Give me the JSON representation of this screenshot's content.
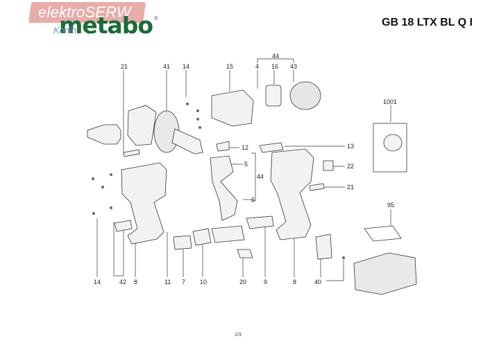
{
  "header": {
    "watermark_text": "elektroSERW",
    "watermark_sub": "Konin",
    "brand": "metabo",
    "registered": "®",
    "model": "GB 18 LTX BL Q I"
  },
  "footer": {
    "page": "1/3"
  },
  "callouts": {
    "c21a": "21",
    "c41": "41",
    "c14a": "14",
    "c15": "15",
    "c4": "4",
    "c16": "16",
    "c43": "43",
    "c44a": "44",
    "c1001": "1001",
    "c12": "12",
    "c13": "13",
    "c5": "5",
    "c22": "22",
    "c44b": "44",
    "c21b": "21",
    "c6": "6",
    "c95": "95",
    "c14b": "14",
    "c42": "42",
    "c8a": "8",
    "c11": "11",
    "c7": "7",
    "c10": "10",
    "c20": "20",
    "c9": "9",
    "c8b": "8",
    "c40": "40"
  },
  "colors": {
    "brand_green": "#1b6b3a",
    "watermark_bg": "#e6a3a0",
    "line": "#333333"
  }
}
